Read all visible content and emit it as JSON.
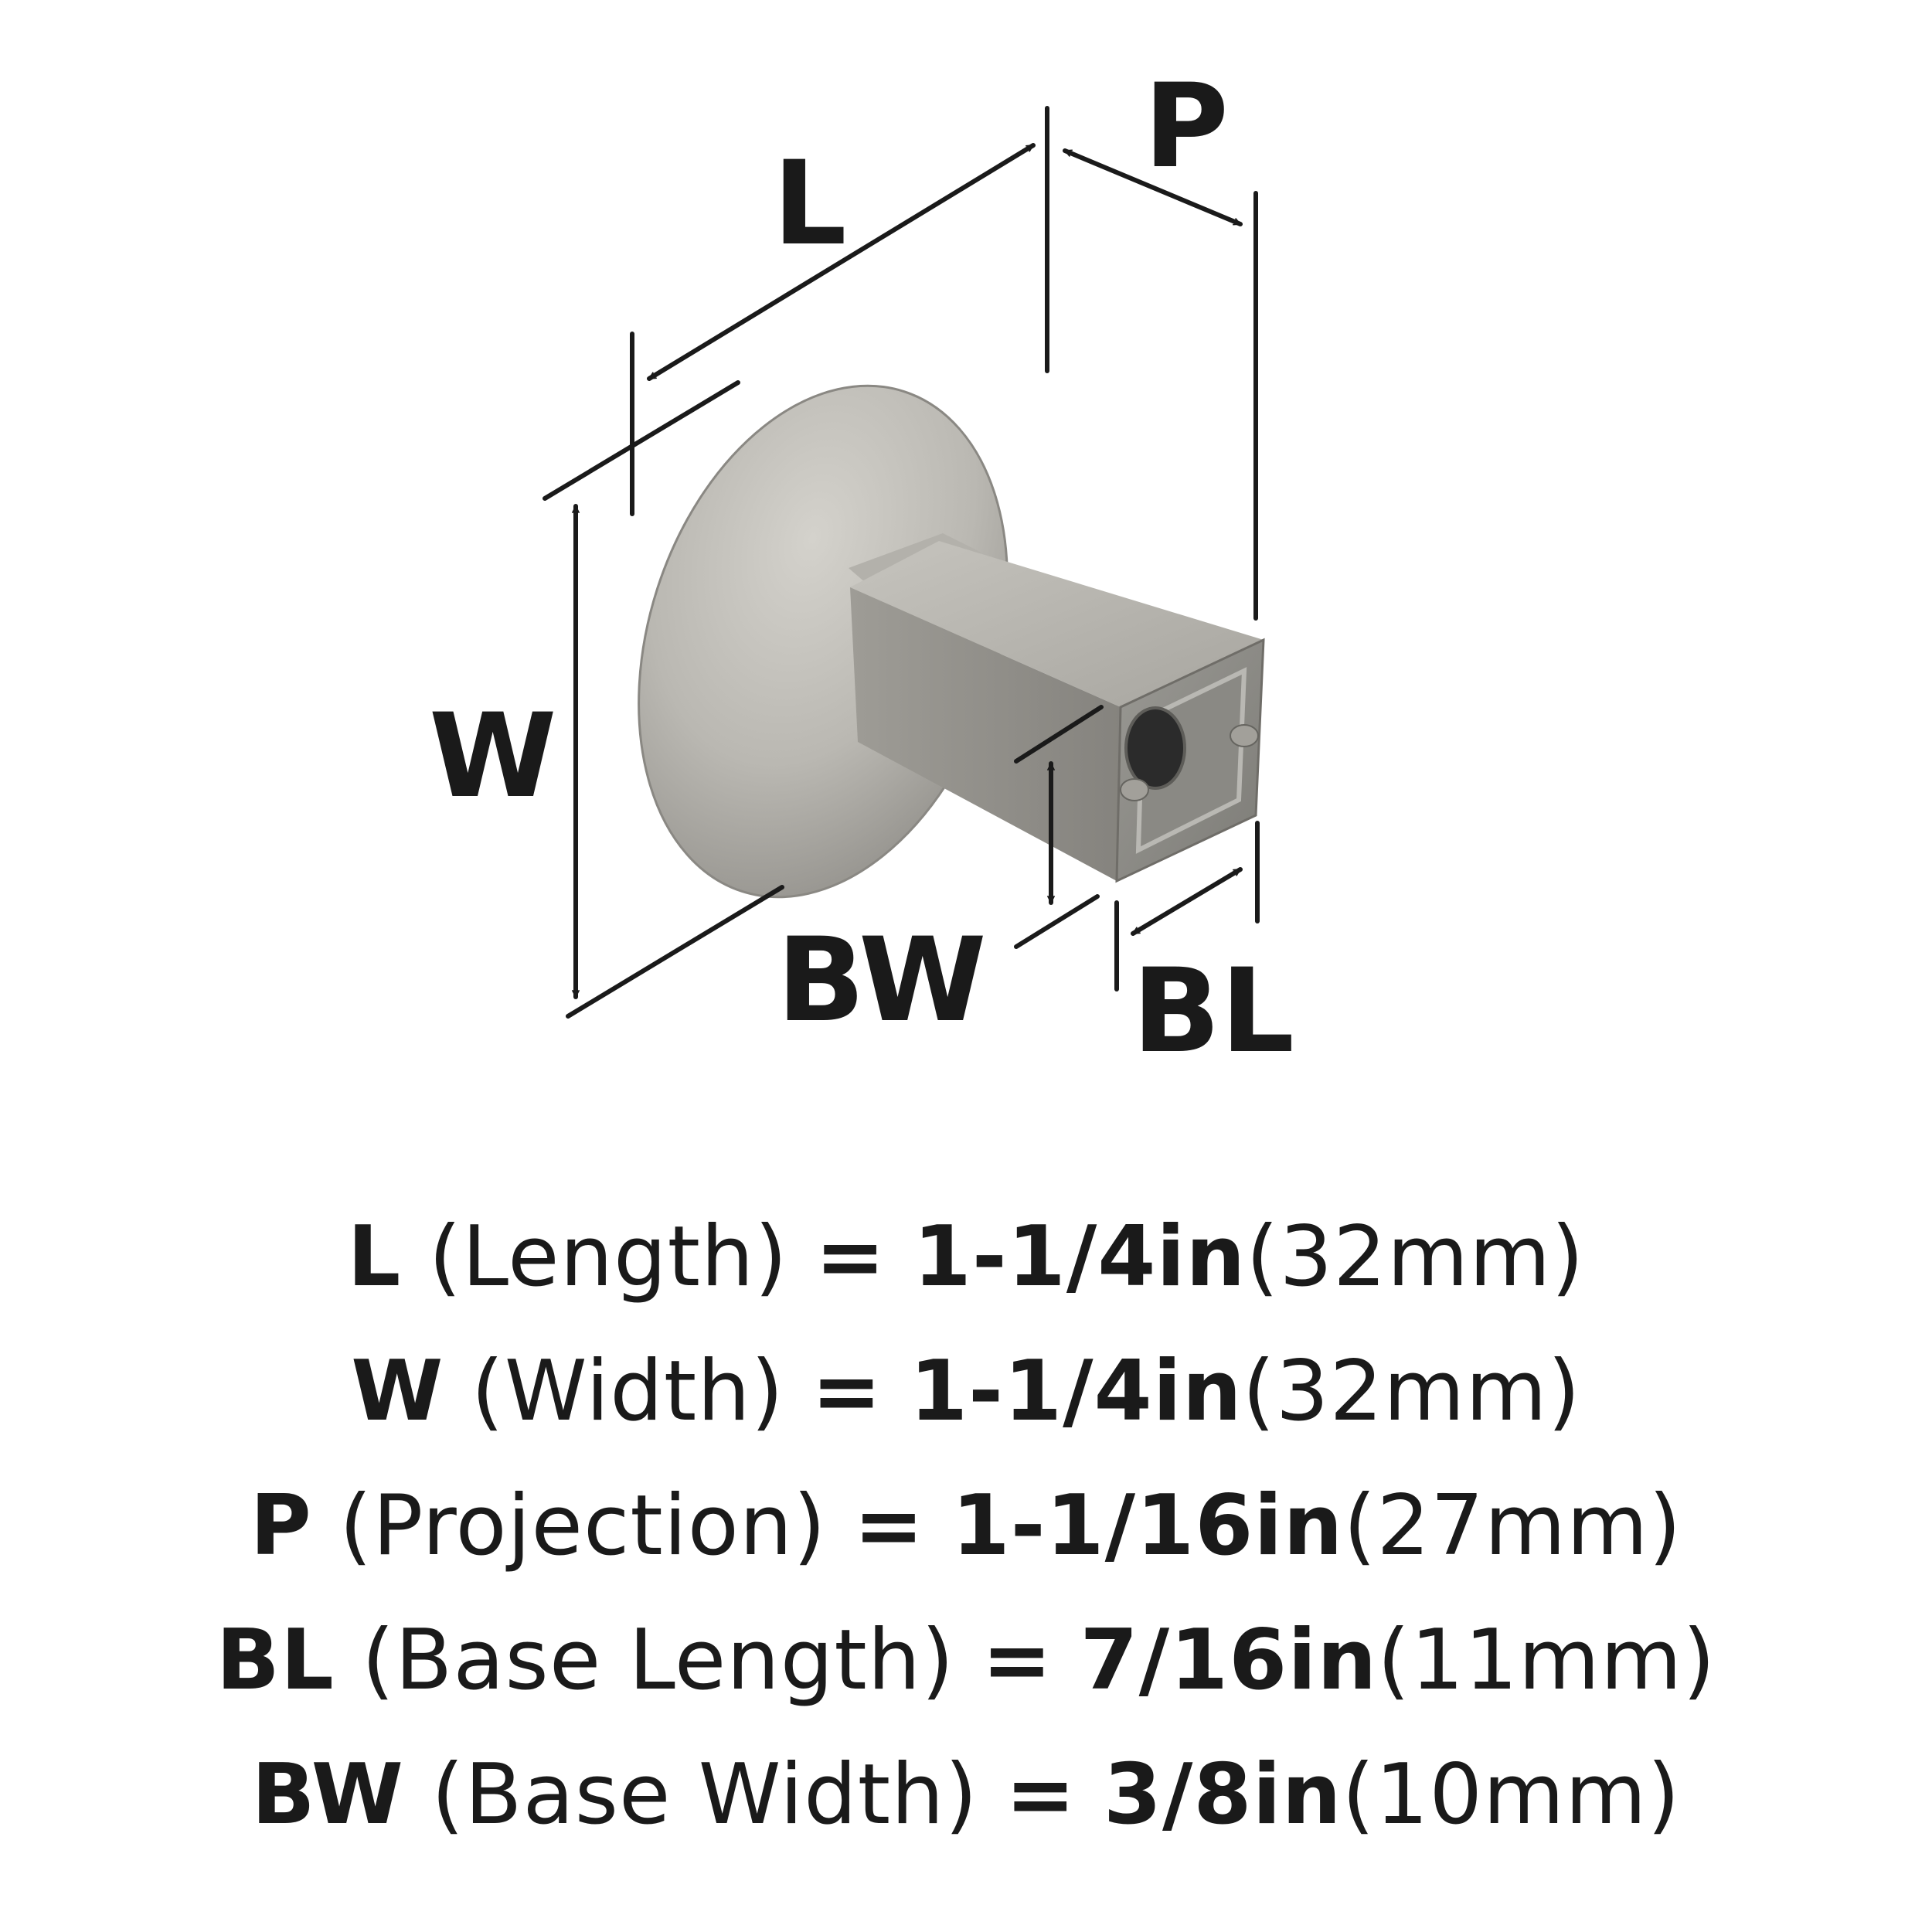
{
  "diagram": {
    "labels": {
      "L": "L",
      "P": "P",
      "W": "W",
      "BW": "BW",
      "BL": "BL"
    },
    "colors": {
      "metal_light": "#cdcbc5",
      "metal_mid": "#a9a7a1",
      "metal_dark": "#6f6d68",
      "ink": "#1a1a1a"
    }
  },
  "specs": [
    {
      "code": "L",
      "name": "(Length)",
      "eq": "=",
      "imperial": "1-1/4in",
      "metric": "(32mm)"
    },
    {
      "code": "W",
      "name": "(Width)",
      "eq": "=",
      "imperial": "1-1/4in",
      "metric": "(32mm)"
    },
    {
      "code": "P",
      "name": "(Projection)",
      "eq": "=",
      "imperial": "1-1/16in",
      "metric": "(27mm)"
    },
    {
      "code": "BL",
      "name": "(Base Length)",
      "eq": "=",
      "imperial": "7/16in",
      "metric": "(11mm)"
    },
    {
      "code": "BW",
      "name": "(Base Width)",
      "eq": "=",
      "imperial": "3/8in",
      "metric": "(10mm)"
    }
  ]
}
